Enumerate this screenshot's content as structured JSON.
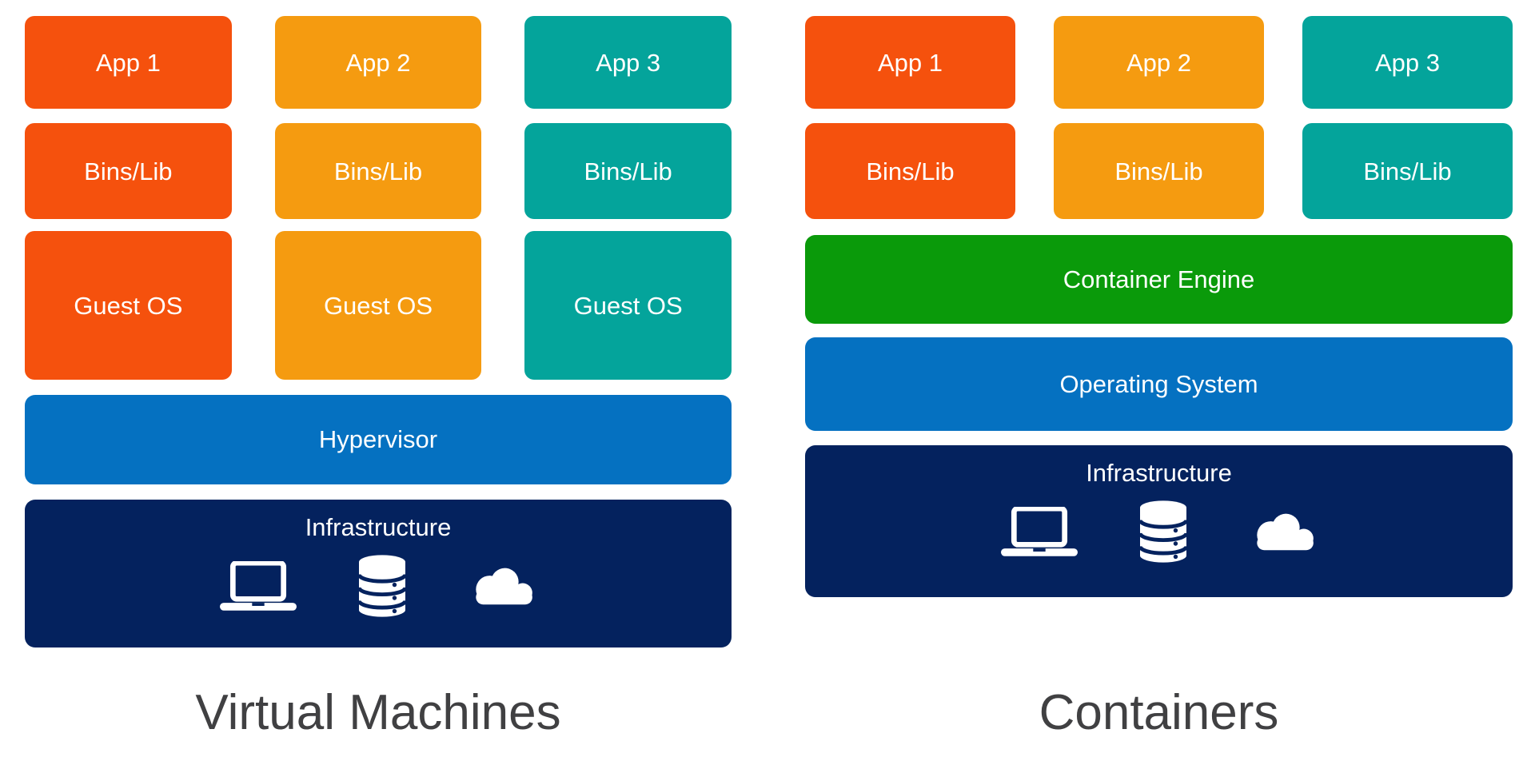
{
  "colors": {
    "orangered": "#F5510D",
    "orange": "#F59B10",
    "teal": "#04A49B",
    "green": "#0A9A0A",
    "blue": "#0571C1",
    "navy": "#04225E",
    "title_gray": "#404042",
    "label_white": "#FFFFFF",
    "background": "#FFFFFF"
  },
  "panels": [
    {
      "title": "Virtual Machines",
      "columns": [
        {
          "name": "stack-1",
          "color_key": "orangered",
          "cells": [
            "App 1",
            "Bins/Lib",
            "Guest OS"
          ]
        },
        {
          "name": "stack-2",
          "color_key": "orange",
          "cells": [
            "App 2",
            "Bins/Lib",
            "Guest OS"
          ]
        },
        {
          "name": "stack-3",
          "color_key": "teal",
          "cells": [
            "App 3",
            "Bins/Lib",
            "Guest OS"
          ]
        }
      ],
      "bars": [
        {
          "label": "Hypervisor",
          "color_key": "blue"
        },
        {
          "label": "Infrastructure",
          "color_key": "navy",
          "icons": [
            "laptop-icon",
            "database-icon",
            "cloud-icon"
          ]
        }
      ]
    },
    {
      "title": "Containers",
      "columns": [
        {
          "name": "stack-1",
          "color_key": "orangered",
          "cells": [
            "App 1",
            "Bins/Lib"
          ]
        },
        {
          "name": "stack-2",
          "color_key": "orange",
          "cells": [
            "App 2",
            "Bins/Lib"
          ]
        },
        {
          "name": "stack-3",
          "color_key": "teal",
          "cells": [
            "App 3",
            "Bins/Lib"
          ]
        }
      ],
      "bars": [
        {
          "label": "Container Engine",
          "color_key": "green"
        },
        {
          "label": "Operating System",
          "color_key": "blue"
        },
        {
          "label": "Infrastructure",
          "color_key": "navy",
          "icons": [
            "laptop-icon",
            "database-icon",
            "cloud-icon"
          ]
        }
      ]
    }
  ]
}
